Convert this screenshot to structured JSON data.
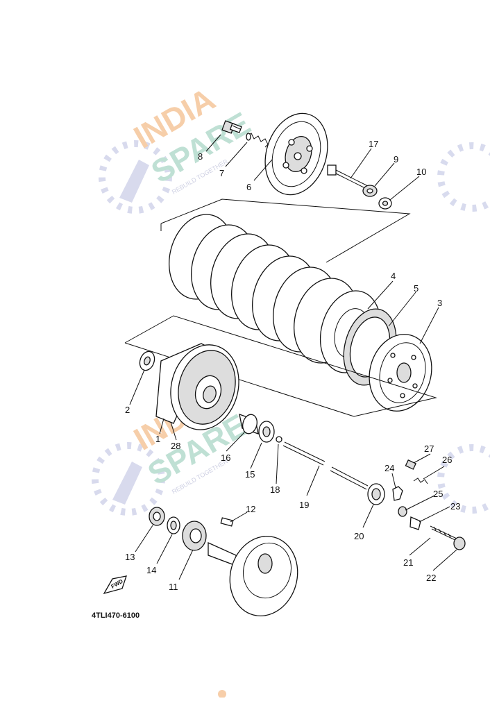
{
  "diagram": {
    "code": "4TLI470-6100",
    "fwd_label": "FWD",
    "labels": {
      "p1": "1",
      "p2": "2",
      "p3": "3",
      "p4": "4",
      "p5": "5",
      "p6": "6",
      "p7": "7",
      "p8": "8",
      "p9": "9",
      "p10": "10",
      "p11": "11",
      "p12": "12",
      "p13": "13",
      "p14": "14",
      "p15": "15",
      "p16": "16",
      "p17": "17",
      "p18": "18",
      "p19": "19",
      "p20": "20",
      "p21": "21",
      "p22": "22",
      "p23": "23",
      "p24": "24",
      "p25": "25",
      "p26": "26",
      "p27": "27",
      "p28": "28"
    }
  },
  "watermark": {
    "line1": "INDIA",
    "line2": "SPARE",
    "tagline": "REBUILD TOGETHER",
    "color_orange": "#f6c9a0",
    "color_green": "#b9ddd0",
    "color_icon": "#d4d7ec"
  }
}
